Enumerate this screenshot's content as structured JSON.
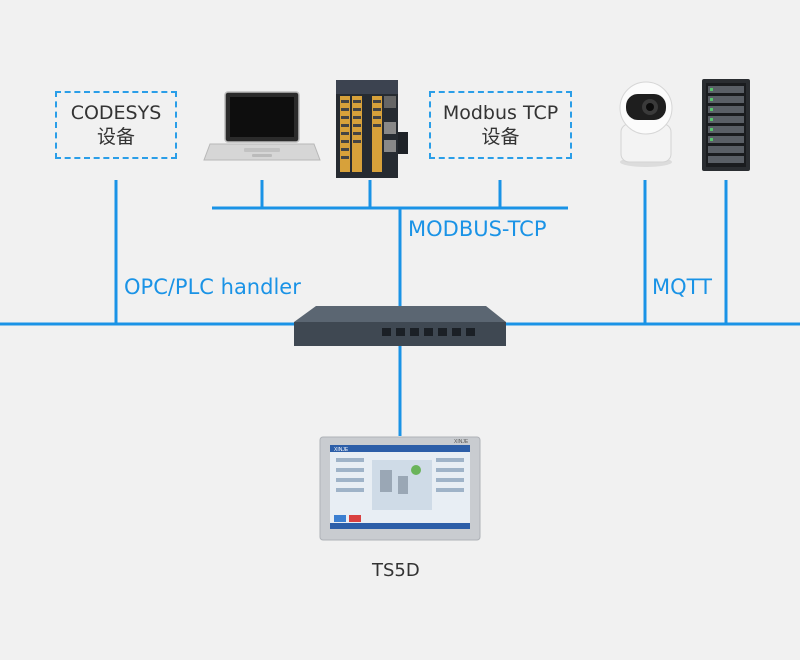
{
  "nodes": {
    "codesys": {
      "line1": "CODESYS",
      "line2": "设备"
    },
    "modbus_device": {
      "line1": "Modbus TCP",
      "line2": "设备"
    }
  },
  "protocols": {
    "modbus_tcp": "MODBUS-TCP",
    "opc": "OPC/PLC handler",
    "mqtt": "MQTT"
  },
  "hmi": {
    "caption": "TS5D",
    "brand": "XINJE"
  },
  "colors": {
    "line": "#1a93e6",
    "dashed_border": "#2a9ee8",
    "background": "#f1f1f1",
    "switch": "#4b5560"
  },
  "icons": [
    "laptop-icon",
    "plc-module-icon",
    "ip-camera-icon",
    "server-rack-icon",
    "network-switch-icon",
    "touch-panel-icon"
  ]
}
